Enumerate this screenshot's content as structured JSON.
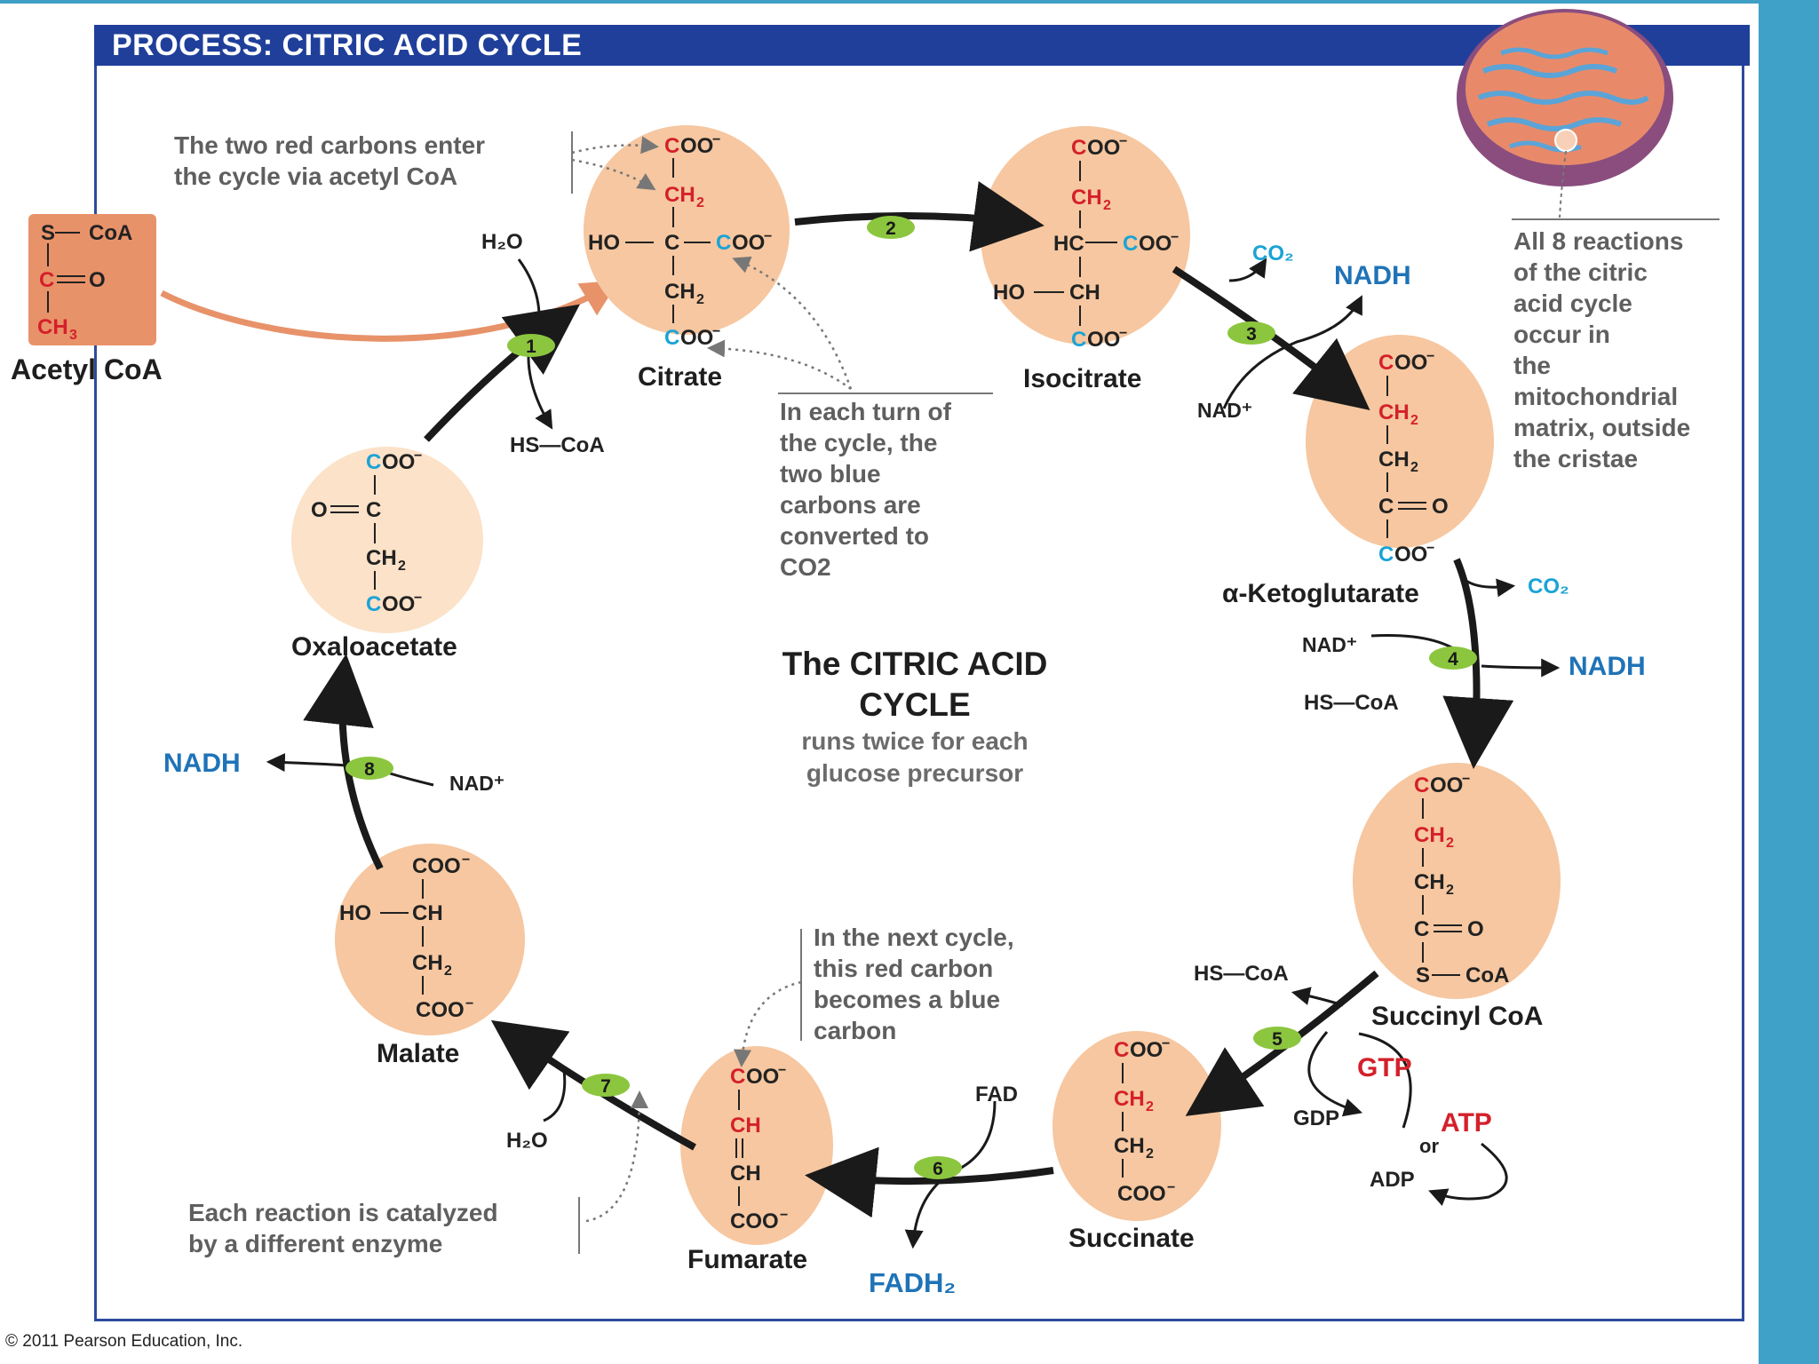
{
  "title": "PROCESS: CITRIC ACID CYCLE",
  "colors": {
    "title_bar": "#1f3f9a",
    "molecule_fill": "#f6c7a0",
    "oxaloacetate_fill": "#fbe2c8",
    "enzyme_badge": "#8cc63f",
    "red_carbon": "#d4202a",
    "blue_carbon": "#1aa3d6",
    "nadh": "#1f73b7",
    "gtp_atp": "#d4202a",
    "side_bar": "#3fa1c8"
  },
  "center": {
    "title": "The CITRIC ACID\nCYCLE",
    "subtitle": "runs twice for each\nglucose precursor"
  },
  "notes": {
    "red_carbons": "The two red carbons enter\nthe cycle via acetyl CoA",
    "blue_carbons": "In each turn of\nthe cycle, the\ntwo blue\ncarbons are\nconverted to\nCO2",
    "next_cycle": "In the next cycle,\nthis red carbon\nbecomes a blue\ncarbon",
    "enzyme": "Each reaction is catalyzed\nby a different enzyme",
    "mitochondria": "All 8 reactions\nof the citric\nacid cycle\noccur in\nthe\nmitochondrial\nmatrix, outside\nthe cristae"
  },
  "molecules": {
    "acetyl_coa": "Acetyl CoA",
    "citrate": "Citrate",
    "isocitrate": "Isocitrate",
    "ketoglutarate": "α-Ketoglutarate",
    "succinyl_coa": "Succinyl CoA",
    "succinate": "Succinate",
    "fumarate": "Fumarate",
    "malate": "Malate",
    "oxaloacetate": "Oxaloacetate"
  },
  "steps": [
    "1",
    "2",
    "3",
    "4",
    "5",
    "6",
    "7",
    "8"
  ],
  "inputs_outputs": {
    "h2o": "H₂O",
    "hs_coa": "HS—CoA",
    "co2": "CO₂",
    "nadh": "NADH",
    "nad_plus": "NAD⁺",
    "fad": "FAD",
    "fadh2": "FADH₂",
    "gtp": "GTP",
    "gdp": "GDP",
    "atp": "ATP",
    "adp": "ADP",
    "or": "or"
  },
  "copyright": "© 2011 Pearson Education, Inc."
}
